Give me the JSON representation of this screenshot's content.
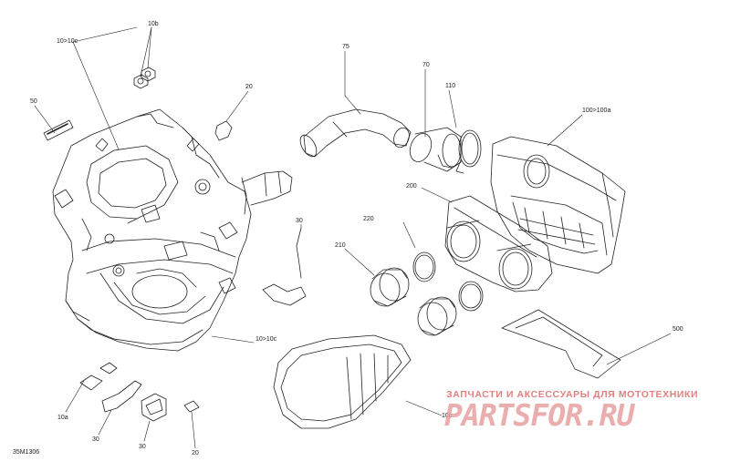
{
  "labels": {
    "l10b": "10b",
    "l10to10c_top": "10>10c",
    "l75": "75",
    "l70": "70",
    "l110": "110",
    "l50": "50",
    "l20_top": "20",
    "l100to100a": "100>100a",
    "l200": "200",
    "l220": "220",
    "l210": "210",
    "l30_mid": "30",
    "l500": "500",
    "l10to10c_mid": "10>10c",
    "l10c": "10c",
    "l10a": "10a",
    "l30_bot1": "30",
    "l30_bot2": "30",
    "l20_bot": "20"
  },
  "reference_code": "35M1306",
  "watermark": {
    "tagline": "ЗАПЧАСТИ И АКСЕССУАРЫ ДЛЯ МОТОТЕХНИКИ",
    "brand": "PARTSFOR.RU"
  },
  "colors": {
    "line": "#222222",
    "watermark": "#e48080"
  }
}
